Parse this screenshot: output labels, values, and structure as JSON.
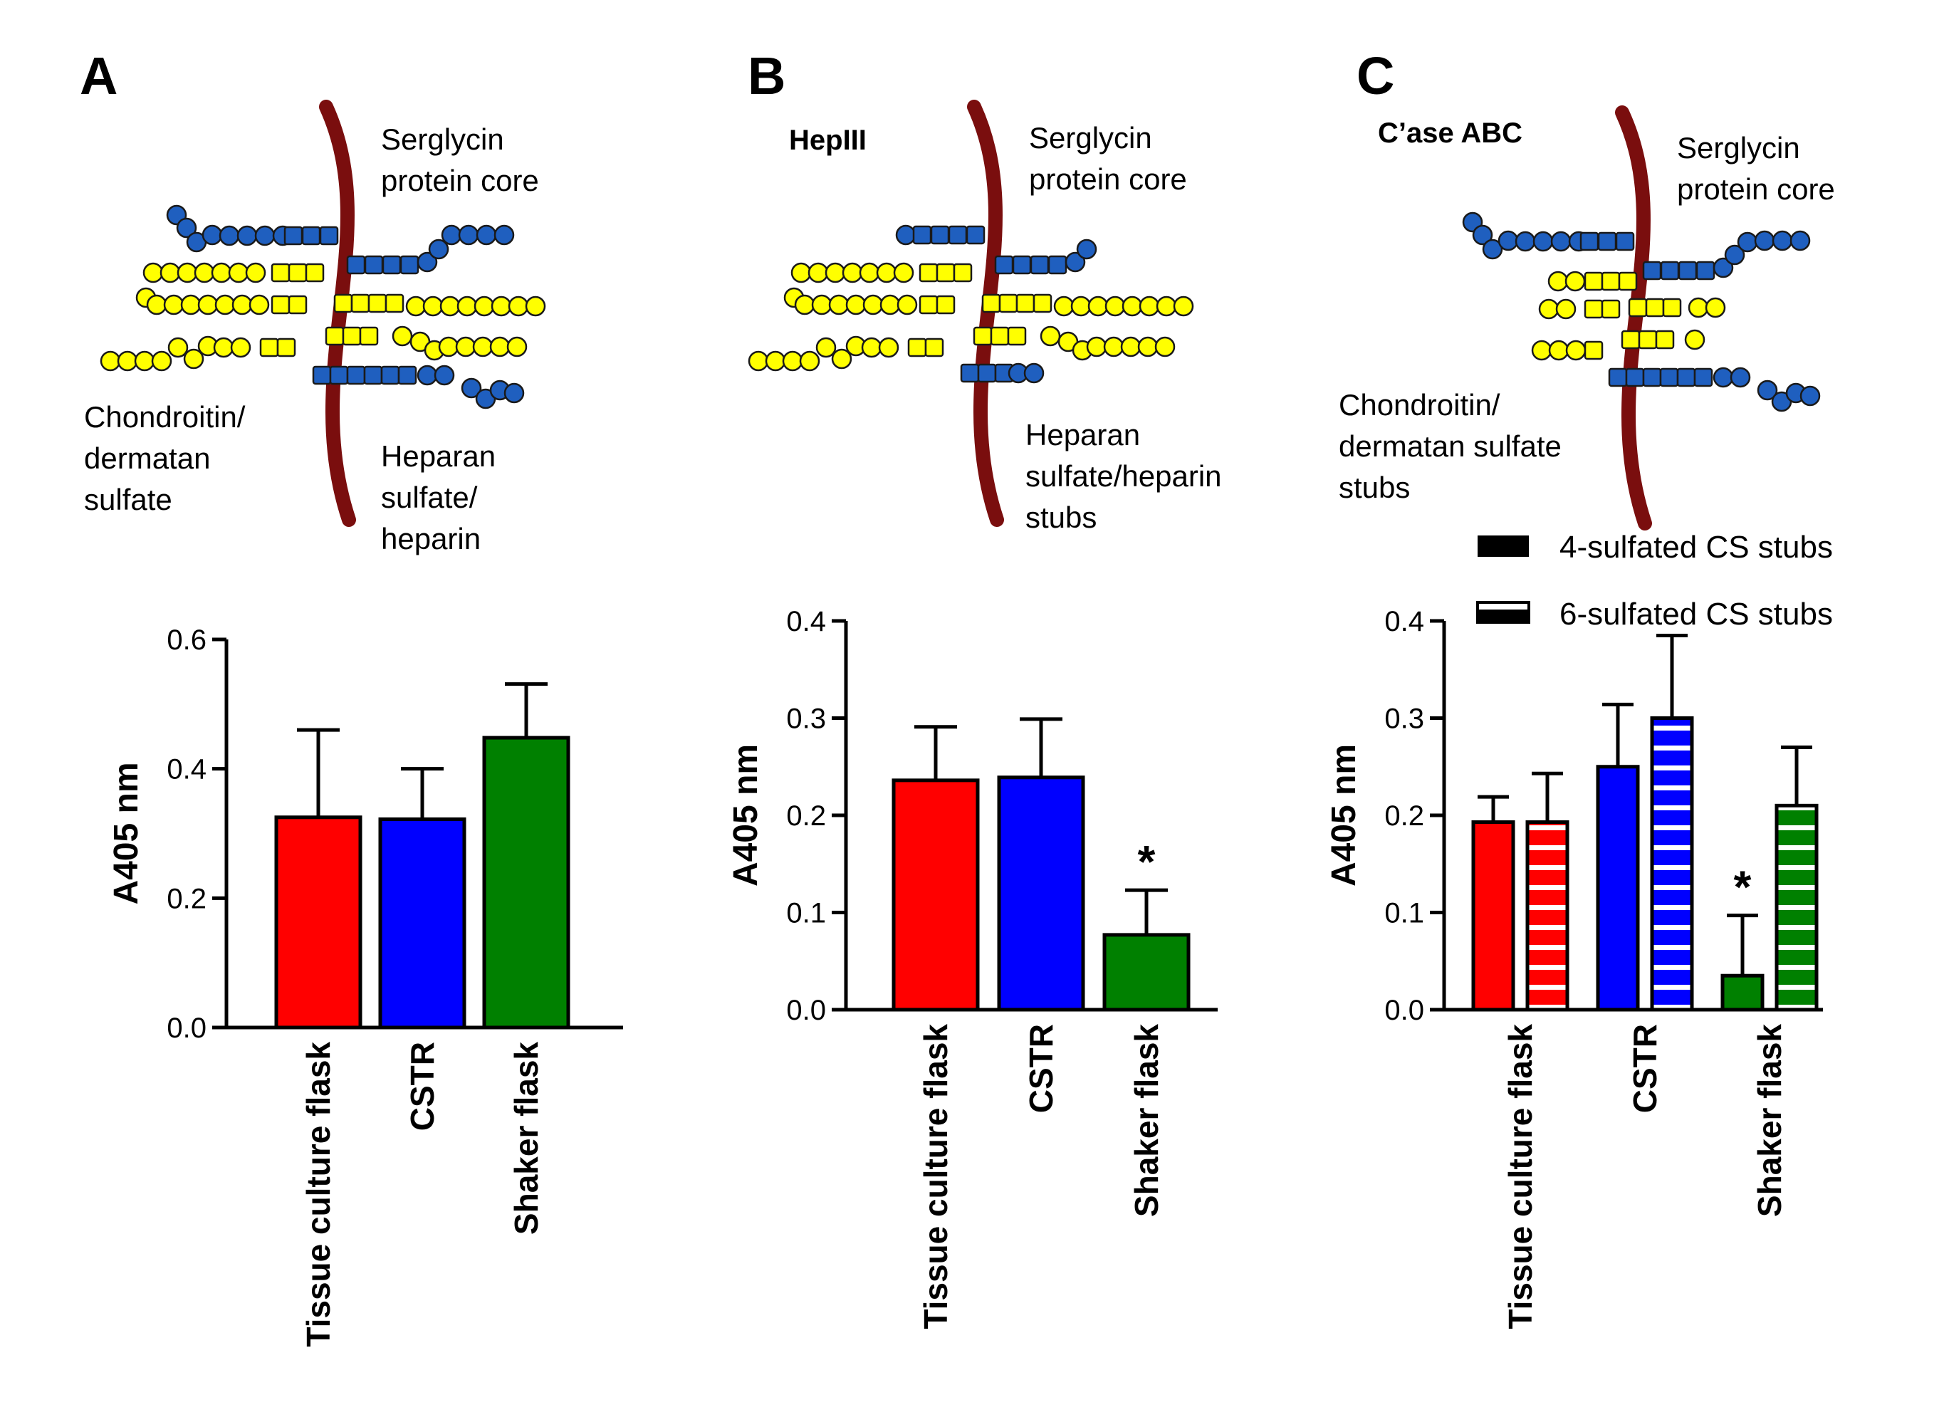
{
  "colors": {
    "core": "#7a0e0e",
    "blue_unit": "#1f5fbf",
    "yellow_unit": "#ffff00",
    "bar_outline": "#000000",
    "tissue": "#ff0000",
    "cstr": "#0000ff",
    "shaker": "#008000"
  },
  "panels": [
    {
      "letter": "A",
      "enzyme": "",
      "labels": {
        "core": [
          "Serglycin",
          "protein core"
        ],
        "cs": [
          "Chondroitin/",
          "dermatan",
          "sulfate"
        ],
        "hs": [
          "Heparan",
          "sulfate/",
          "heparin"
        ]
      }
    },
    {
      "letter": "B",
      "enzyme": "HepIII",
      "labels": {
        "core": [
          "Serglycin",
          "protein core"
        ],
        "hs": [
          "Heparan",
          "sulfate/heparin",
          "stubs"
        ]
      }
    },
    {
      "letter": "C",
      "enzyme": "C’ase ABC",
      "labels": {
        "core": [
          "Serglycin",
          "protein core"
        ],
        "cs": [
          "Chondroitin/",
          "dermatan sulfate",
          "stubs"
        ]
      }
    }
  ],
  "chart_data": [
    {
      "type": "bar",
      "panel": "A",
      "categories": [
        "Tissue culture flask",
        "CSTR",
        "Shaker flask"
      ],
      "values": [
        0.325,
        0.322,
        0.448
      ],
      "errors": [
        0.135,
        0.078,
        0.083
      ],
      "ylabel": "A405 nm",
      "ylim": [
        0,
        0.6
      ],
      "yticks": [
        "0.0",
        "0.2",
        "0.4",
        "0.6"
      ],
      "significance": [],
      "grid": false
    },
    {
      "type": "bar",
      "panel": "B",
      "categories": [
        "Tissue culture flask",
        "CSTR",
        "Shaker flask"
      ],
      "values": [
        0.236,
        0.239,
        0.077
      ],
      "errors": [
        0.055,
        0.06,
        0.046
      ],
      "ylabel": "A405 nm",
      "ylim": [
        0,
        0.4
      ],
      "yticks": [
        "0.0",
        "0.1",
        "0.2",
        "0.3",
        "0.4"
      ],
      "significance": [
        "",
        "",
        "*"
      ],
      "grid": false
    },
    {
      "type": "bar",
      "panel": "C",
      "categories": [
        "Tissue culture flask",
        "CSTR",
        "Shaker flask"
      ],
      "series": [
        {
          "name": "4-sulfated CS stubs",
          "values": [
            0.193,
            0.25,
            0.035
          ],
          "errors": [
            0.026,
            0.064,
            0.062
          ],
          "pattern": "solid"
        },
        {
          "name": "6-sulfated CS stubs",
          "values": [
            0.193,
            0.3,
            0.21
          ],
          "errors": [
            0.05,
            0.085,
            0.06
          ],
          "pattern": "striped"
        }
      ],
      "ylabel": "A405 nm",
      "ylim": [
        0,
        0.4
      ],
      "yticks": [
        "0.0",
        "0.1",
        "0.2",
        "0.3",
        "0.4"
      ],
      "significance": [
        [
          "",
          ""
        ],
        [
          "",
          ""
        ],
        [
          "*",
          ""
        ]
      ],
      "legend": "top-right",
      "grid": false
    }
  ]
}
